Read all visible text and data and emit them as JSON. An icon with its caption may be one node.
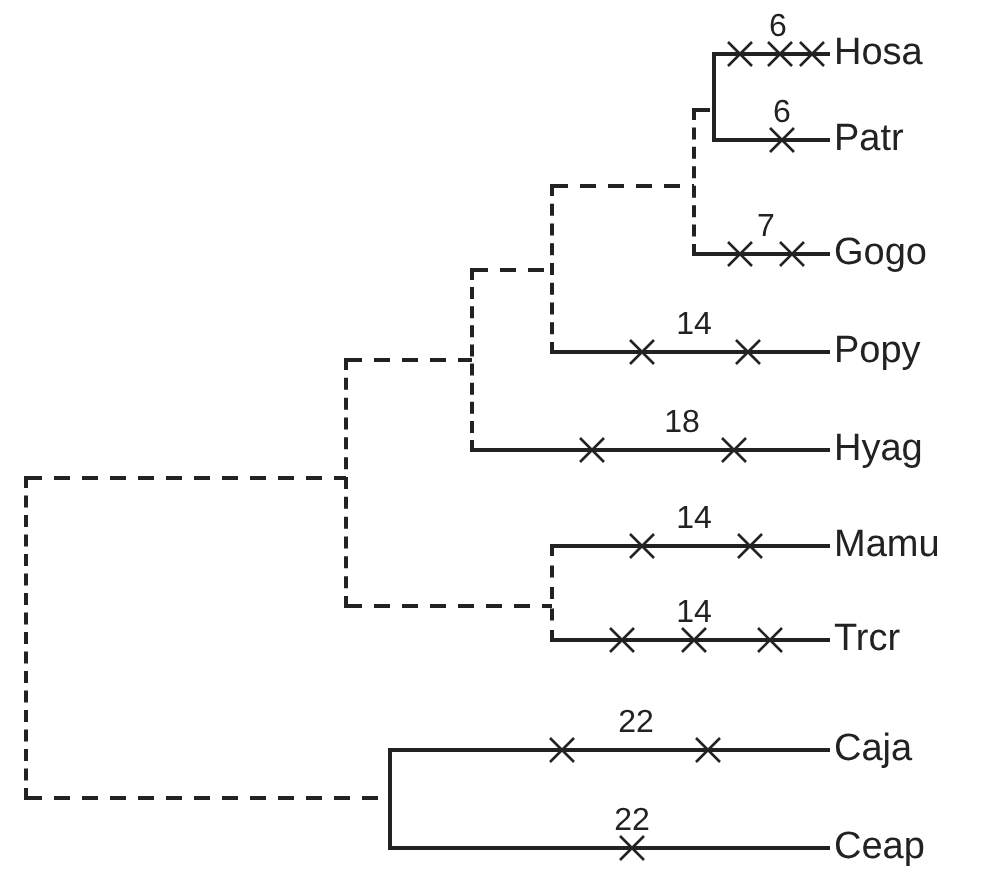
{
  "diagram": {
    "nodes": [
      {
        "text": [
          "Hosa"
        ]
      },
      {
        "text": [
          "Patr"
        ]
      },
      {
        "text": [
          "Gogo"
        ]
      },
      {
        "text": [
          "Popy"
        ]
      },
      {
        "text": [
          "Hyag"
        ]
      },
      {
        "text": [
          "Mamu"
        ]
      },
      {
        "text": [
          "Trcr"
        ]
      },
      {
        "text": [
          "Caja"
        ]
      },
      {
        "text": [
          "Ceap"
        ]
      },
      {
        "text": [],
        "shape": "bar"
      },
      {
        "text": [],
        "shape": "bar"
      },
      {
        "text": [],
        "shape": "bar"
      },
      {
        "text": [],
        "shape": "bar"
      },
      {
        "text": [],
        "shape": "bar"
      },
      {
        "text": [],
        "shape": "bar"
      },
      {
        "text": [],
        "shape": "bar"
      },
      {
        "text": [],
        "shape": "bar"
      }
    ],
    "edges": [
      {
        "from": 16,
        "to": 0,
        "arrow": "none",
        "label": "6"
      },
      {
        "from": 16,
        "to": 1,
        "arrow": "none",
        "label": "6"
      },
      {
        "from": 15,
        "to": 16,
        "arrow": "none",
        "style": "dashed"
      },
      {
        "from": 15,
        "to": 2,
        "arrow": "none",
        "label": "7"
      },
      {
        "from": 13,
        "to": 15,
        "arrow": "none",
        "style": "dashed"
      },
      {
        "from": 13,
        "to": 3,
        "arrow": "none",
        "label": "14"
      },
      {
        "from": 12,
        "to": 13,
        "arrow": "none",
        "style": "dashed"
      },
      {
        "from": 12,
        "to": 4,
        "arrow": "none",
        "label": "18"
      },
      {
        "from": 14,
        "to": 5,
        "arrow": "none",
        "label": "14"
      },
      {
        "from": 14,
        "to": 6,
        "arrow": "none",
        "label": "14"
      },
      {
        "from": 10,
        "to": 12,
        "arrow": "none",
        "style": "dashed"
      },
      {
        "from": 10,
        "to": 14,
        "arrow": "none",
        "style": "dashed"
      },
      {
        "from": 11,
        "to": 7,
        "arrow": "none",
        "label": "22"
      },
      {
        "from": 11,
        "to": 8,
        "arrow": "none",
        "label": "22"
      },
      {
        "from": 9,
        "to": 10,
        "arrow": "none",
        "style": "dashed"
      },
      {
        "from": 9,
        "to": 11,
        "arrow": "none",
        "style": "dashed"
      }
    ]
  }
}
